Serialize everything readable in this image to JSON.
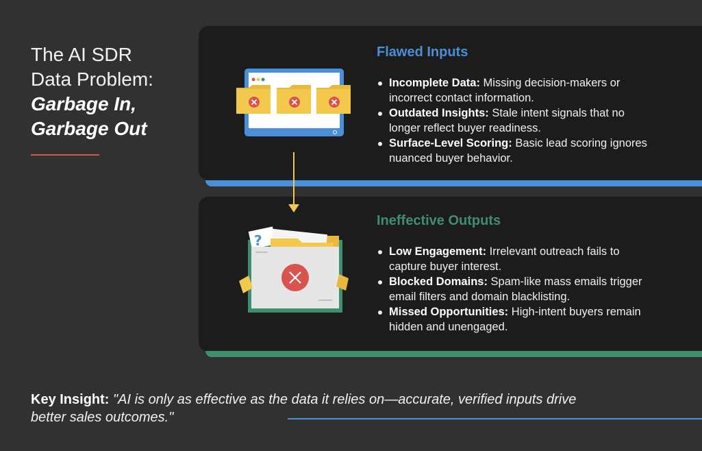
{
  "title": {
    "line1": "The AI SDR",
    "line2": "Data Problem:",
    "em1": "Garbage In,",
    "em2": "Garbage Out"
  },
  "flawed": {
    "heading": "Flawed Inputs",
    "items": [
      {
        "label": "Incomplete Data:",
        "text": " Missing decision-makers or incorrect contact information."
      },
      {
        "label": "Outdated Insights:",
        "text": " Stale intent signals that no longer reflect buyer readiness."
      },
      {
        "label": "Surface-Level Scoring:",
        "text": " Basic lead scoring ignores nuanced buyer behavior."
      }
    ]
  },
  "outputs": {
    "heading": "Ineffective Outputs",
    "items": [
      {
        "label": "Low Engagement:",
        "text": " Irrelevant outreach fails to capture buyer interest."
      },
      {
        "label": "Blocked Domains:",
        "text": " Spam-like mass emails trigger email filters and domain blacklisting."
      },
      {
        "label": "Missed Opportunities:",
        "text": " High-intent buyers remain hidden and unengaged."
      }
    ]
  },
  "insight": {
    "label": "Key Insight:",
    "quote": " \"AI is only as effective as the data it relies on—accurate, verified inputs drive better sales outcomes.\""
  },
  "colors": {
    "accent_blue": "#4a90d9",
    "accent_green": "#3f8f6e",
    "accent_red": "#d9534f",
    "folder_yellow": "#f2c94c"
  },
  "icons": {
    "top": "monitor-with-error-folders-icon",
    "arrow": "down-arrow-icon",
    "bottom": "error-folder-icon"
  }
}
